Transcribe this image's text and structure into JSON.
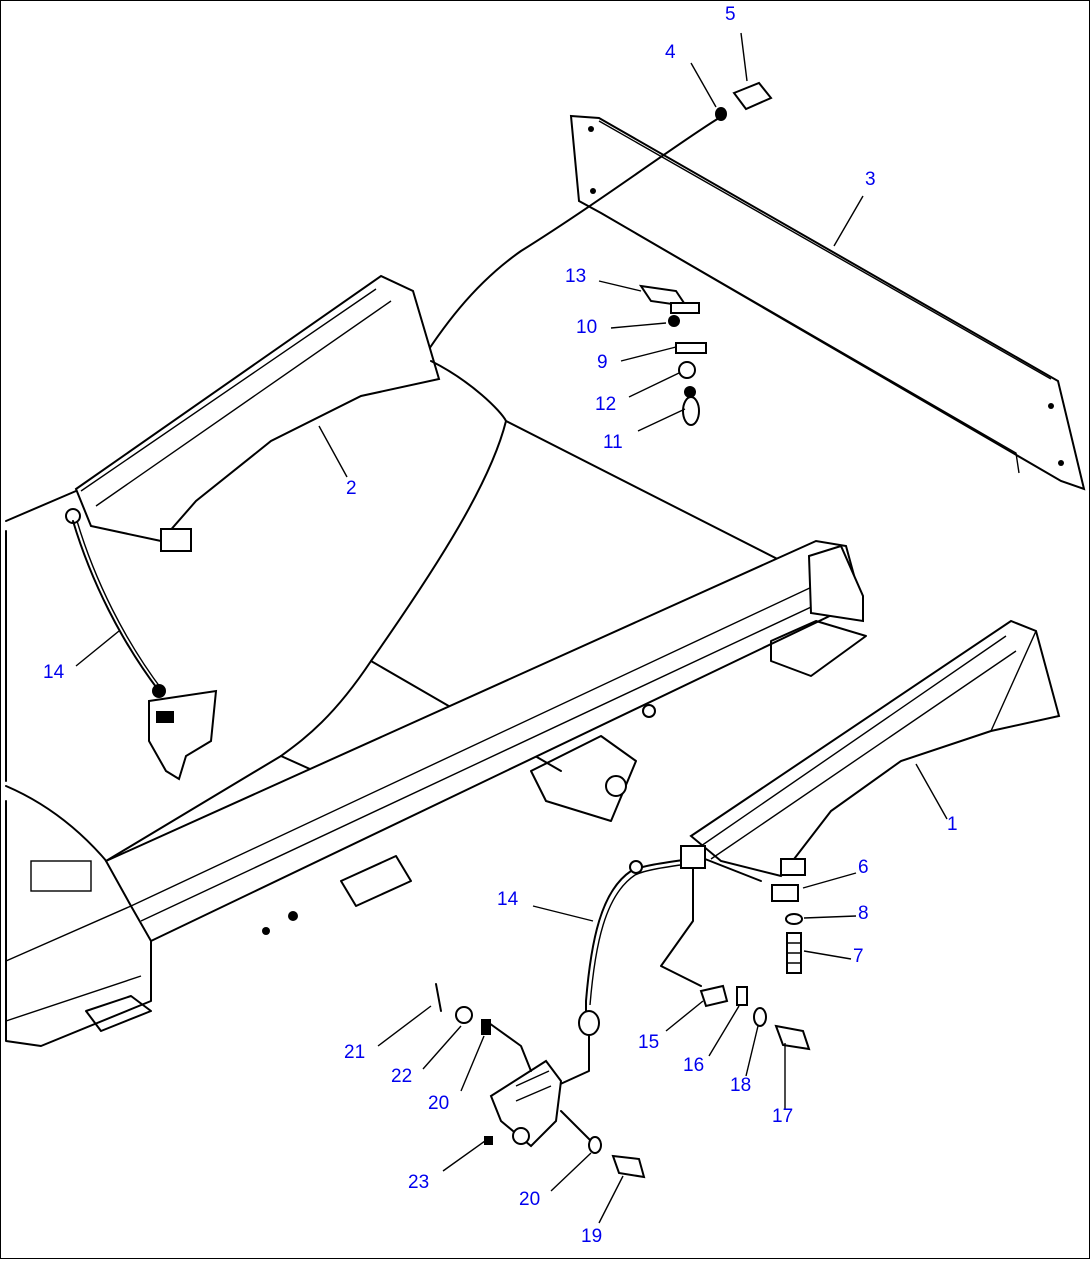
{
  "label_color": "#0000ee",
  "callouts": [
    {
      "id": "c5",
      "text": "5"
    },
    {
      "id": "c4",
      "text": "4"
    },
    {
      "id": "c3",
      "text": "3"
    },
    {
      "id": "c13",
      "text": "13"
    },
    {
      "id": "c10",
      "text": "10"
    },
    {
      "id": "c9",
      "text": "9"
    },
    {
      "id": "c12",
      "text": "12"
    },
    {
      "id": "c11",
      "text": "11"
    },
    {
      "id": "c2",
      "text": "2"
    },
    {
      "id": "c14a",
      "text": "14"
    },
    {
      "id": "c1",
      "text": "1"
    },
    {
      "id": "c6",
      "text": "6"
    },
    {
      "id": "c8",
      "text": "8"
    },
    {
      "id": "c7",
      "text": "7"
    },
    {
      "id": "c14b",
      "text": "14"
    },
    {
      "id": "c21",
      "text": "21"
    },
    {
      "id": "c22",
      "text": "22"
    },
    {
      "id": "c20a",
      "text": "20"
    },
    {
      "id": "c15",
      "text": "15"
    },
    {
      "id": "c16",
      "text": "16"
    },
    {
      "id": "c18",
      "text": "18"
    },
    {
      "id": "c17",
      "text": "17"
    },
    {
      "id": "c23",
      "text": "23"
    },
    {
      "id": "c20b",
      "text": "20"
    },
    {
      "id": "c19",
      "text": "19"
    }
  ]
}
